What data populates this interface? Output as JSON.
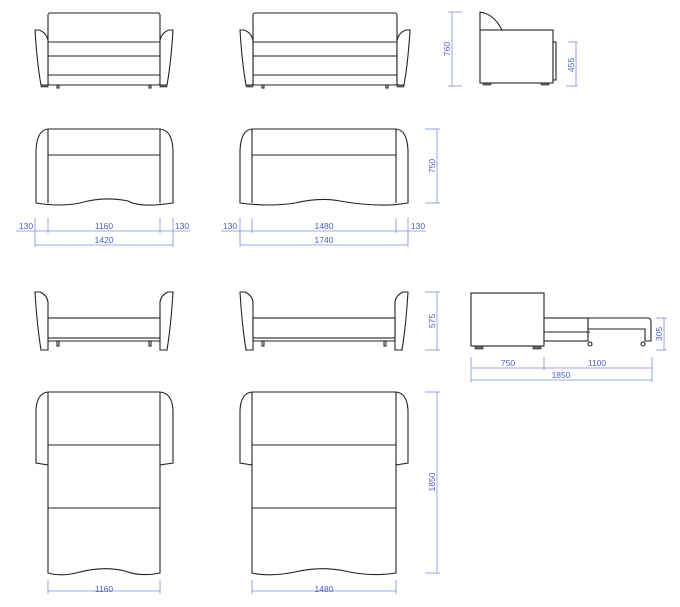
{
  "colors": {
    "outline": "#222222",
    "dimension": "#7a8fd6",
    "dimension_text": "#4a5fbf"
  },
  "dimensions": {
    "side_height": "760",
    "seat_height": "455",
    "depth": "750",
    "small": {
      "arm_left": "130",
      "seat_width": "1160",
      "arm_right": "130",
      "total_width": "1420",
      "bed_width": "1160"
    },
    "large": {
      "arm_left": "130",
      "seat_width": "1480",
      "arm_right": "130",
      "total_width": "1740",
      "bed_width": "1480"
    },
    "arm_height": "575",
    "bed_height": "305",
    "unfold_body": "750",
    "unfold_ext": "1100",
    "unfold_total": "1850",
    "bed_length": "1850"
  }
}
